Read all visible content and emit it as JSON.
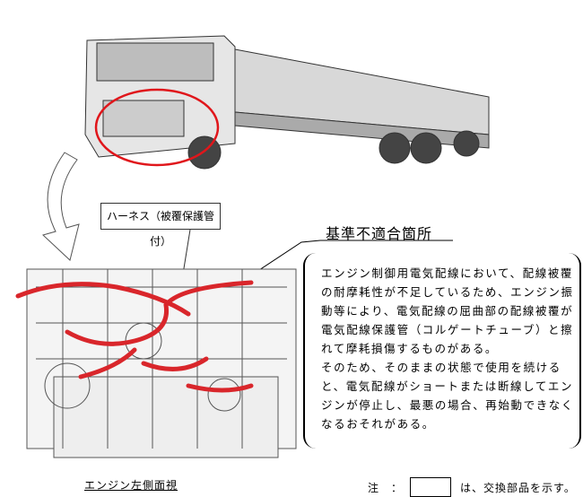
{
  "labels": {
    "harness": "ハーネス（被覆保護管付）",
    "nonconformity": "基準不適合箇所",
    "engine_view": "エンジン左側面視"
  },
  "description": {
    "paragraph1": "エンジン制御用電気配線において、配線被覆の耐摩耗性が不足しているため、エンジン振動等により、電気配線の屈曲部の配線被覆が電気配線保護管（コルゲートチューブ）と擦れて摩耗損傷するものがある。",
    "paragraph2": "そのため、そのままの状態で使用を続けると、電気配線がショートまたは断線してエンジンが停止し、最悪の場合、再始動できなくなるおそれがある。"
  },
  "note": {
    "prefix": "注　：",
    "suffix": "は、交換部品を示す。"
  },
  "colors": {
    "highlight": "#e0161b",
    "harness": "#d9262b"
  }
}
